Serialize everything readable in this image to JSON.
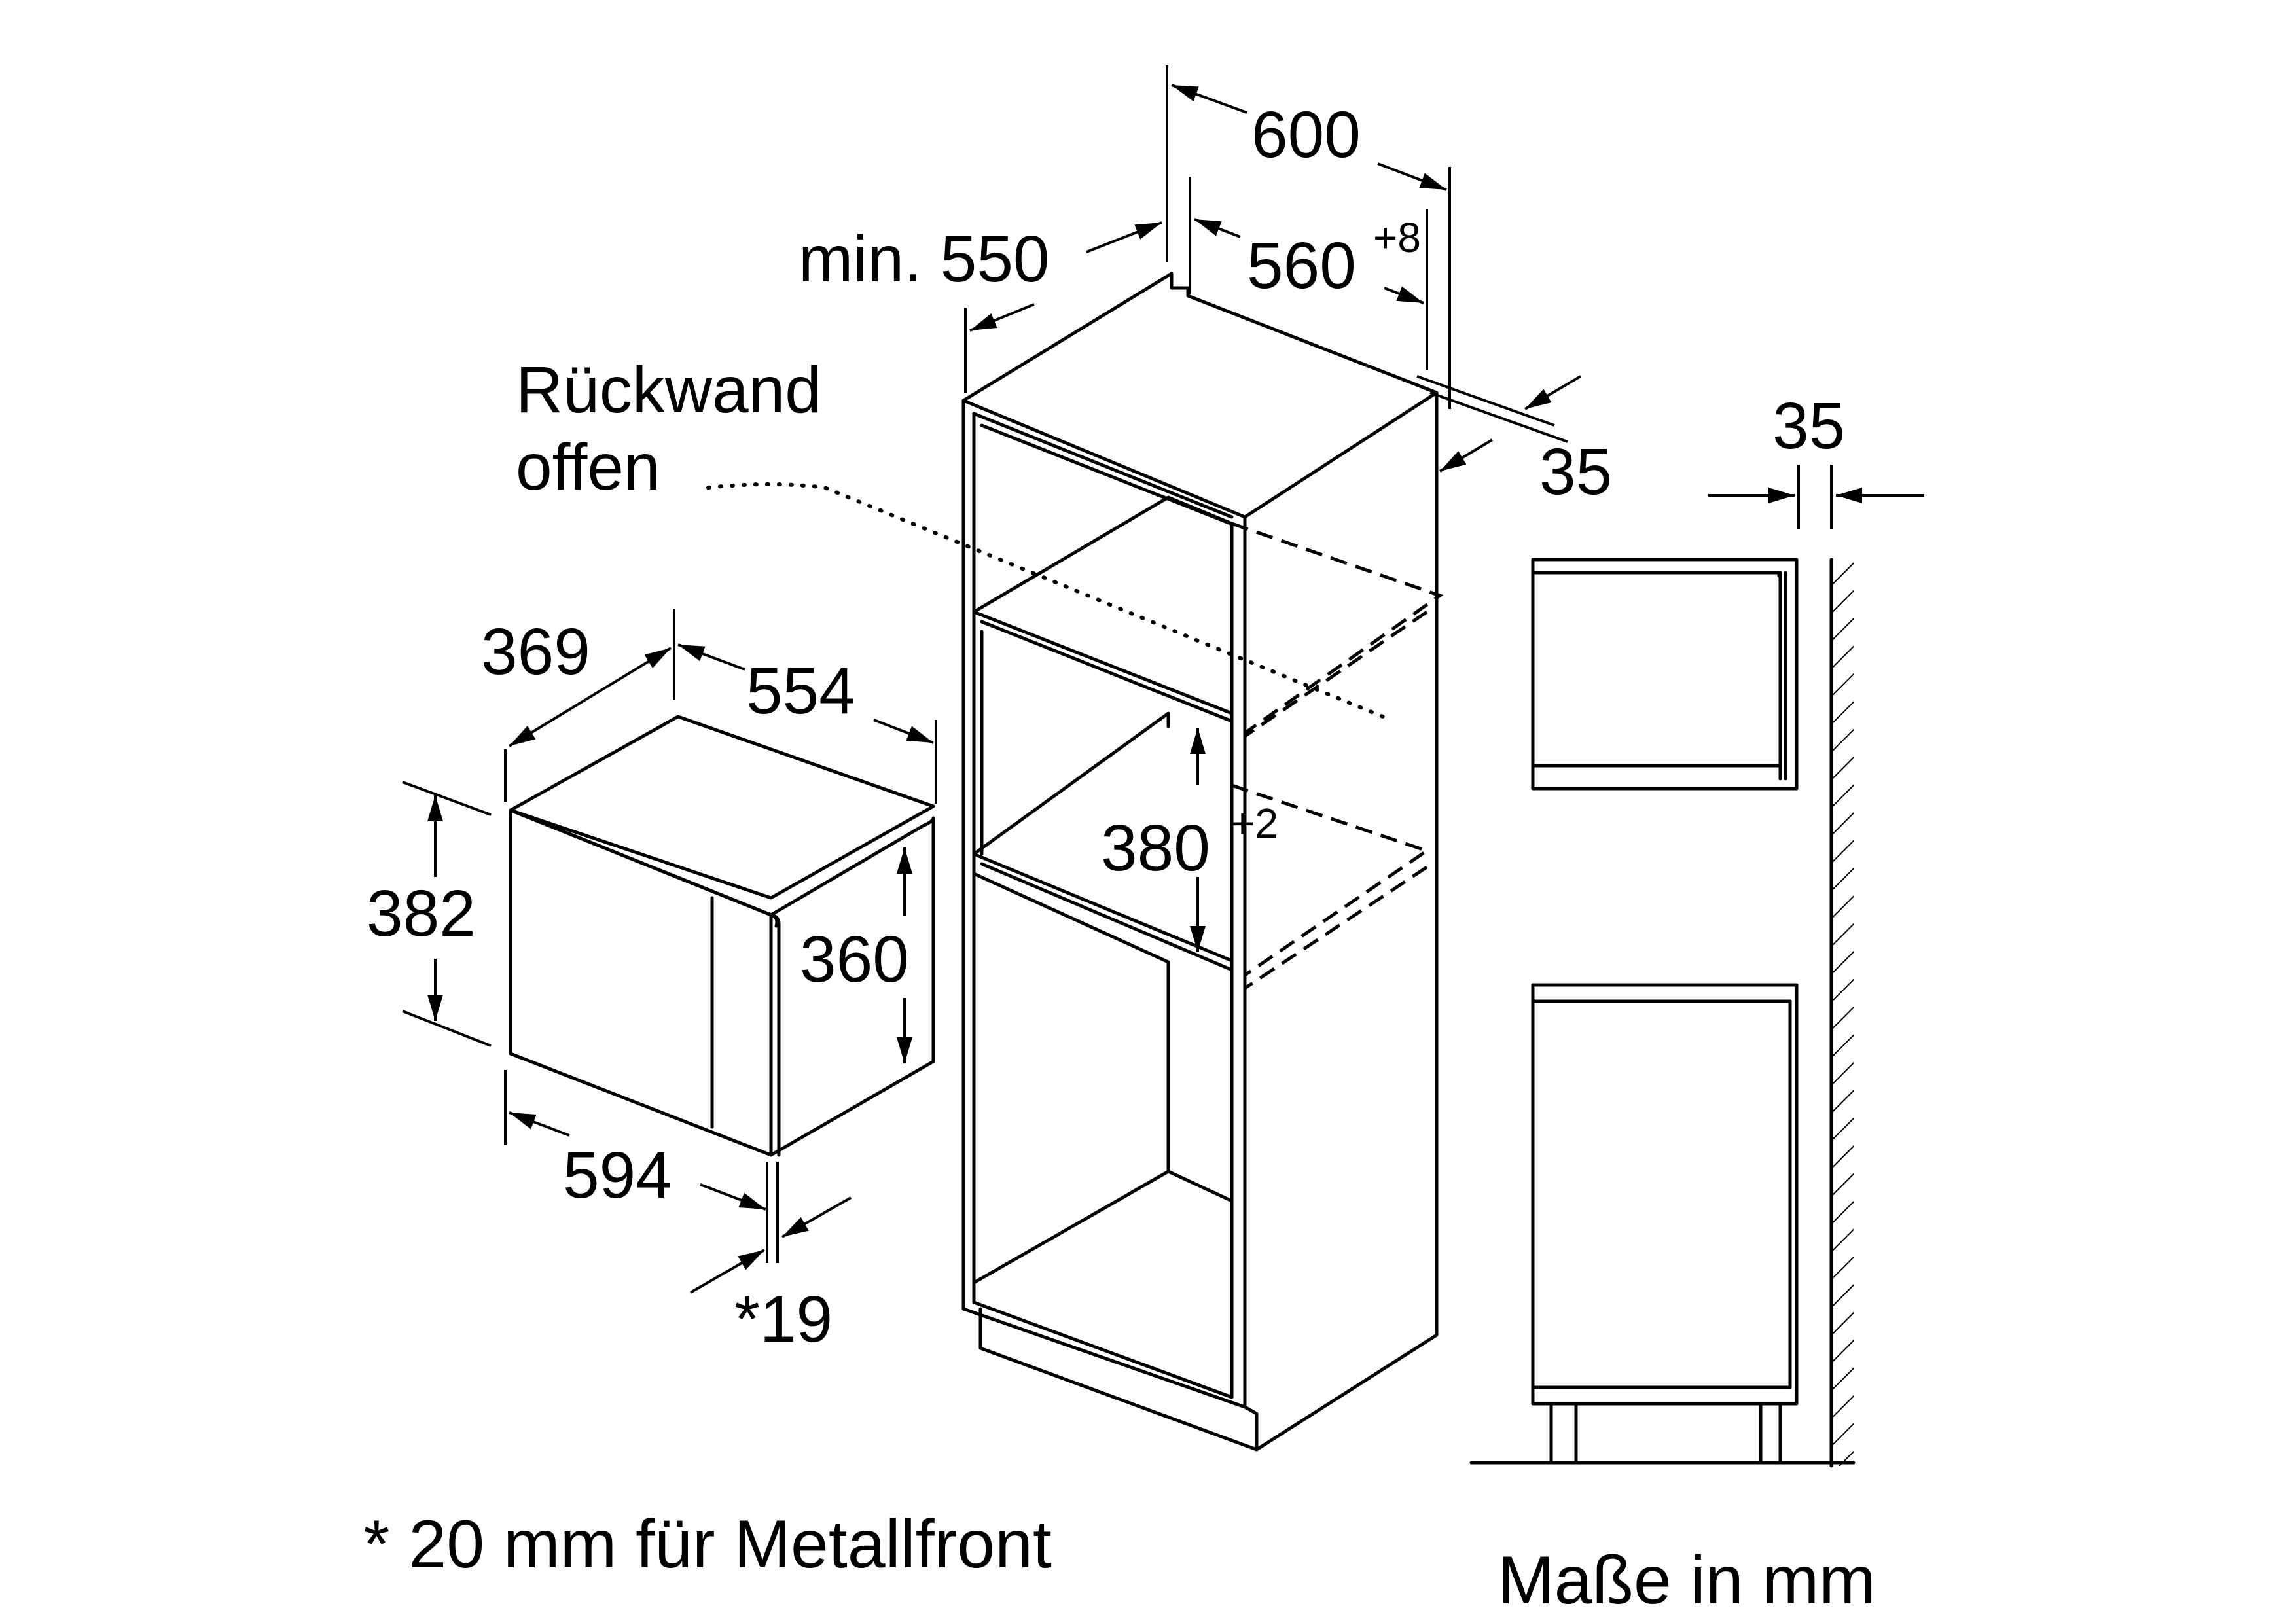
{
  "labels": {
    "w600": "600",
    "min550": "min. 550",
    "w560": "560",
    "w560_tol": "+8",
    "d35_top": "35",
    "wall35": "35",
    "back_line1": "Rückwand",
    "back_line2": "offen",
    "d369": "369",
    "d554": "554",
    "h382": "382",
    "h360": "360",
    "h380": "380",
    "h380_tol": "+2",
    "w594": "594",
    "f19": "*19"
  },
  "footnote": "* 20 mm für Metallfront",
  "units_note": "Maße in mm"
}
